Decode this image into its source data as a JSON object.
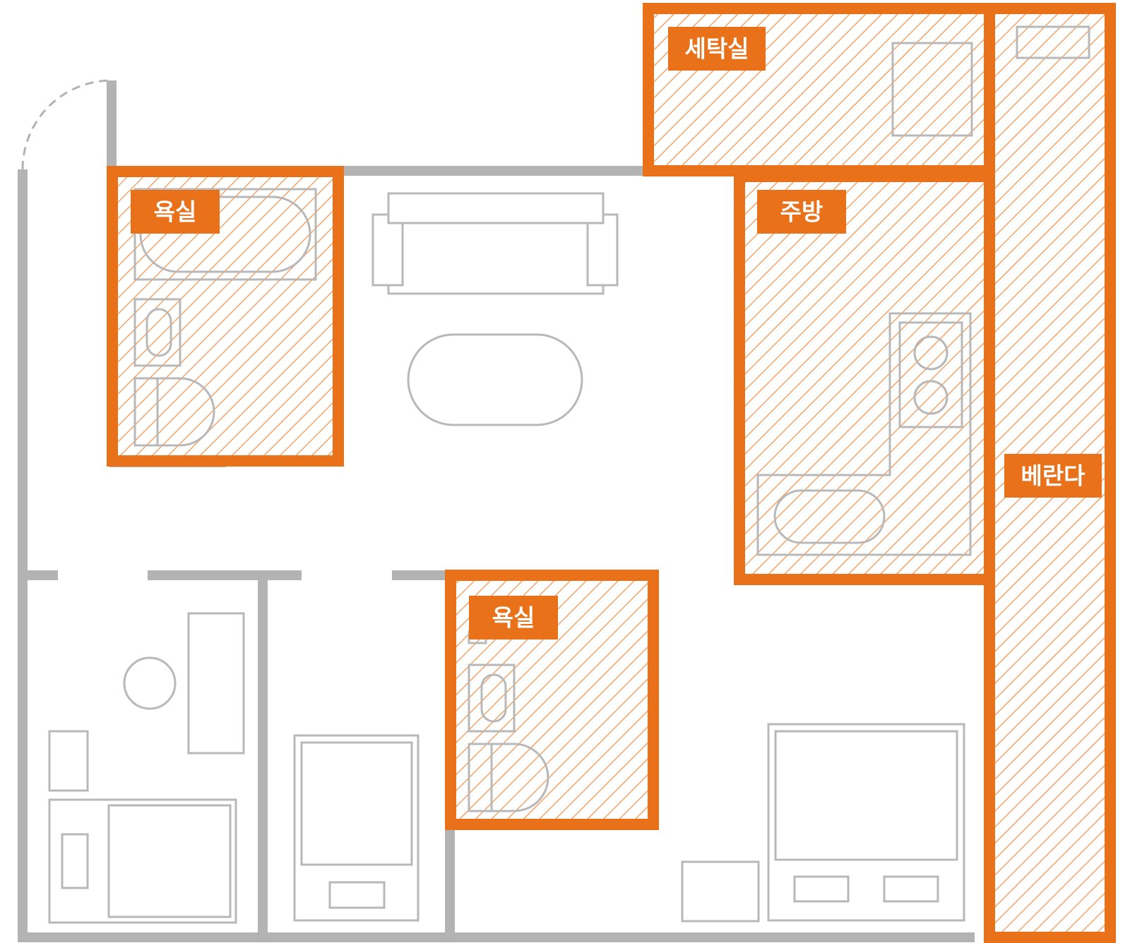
{
  "colors": {
    "accent": "#e8711a",
    "wall": "#b3b3b3",
    "furniture": "#b8b8b8",
    "background": "#ffffff"
  },
  "zones": {
    "bathroom_1": {
      "label": "욕실"
    },
    "laundry": {
      "label": "세탁실"
    },
    "kitchen": {
      "label": "주방"
    },
    "balcony": {
      "label": "베란다"
    },
    "bathroom_2": {
      "label": "욕실"
    }
  }
}
